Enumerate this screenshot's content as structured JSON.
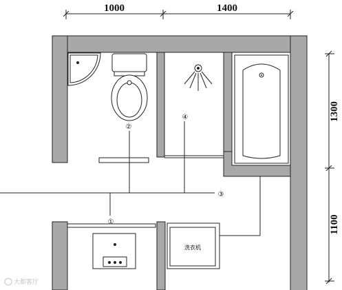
{
  "dimensions": {
    "top_left": "1000",
    "top_right": "1400",
    "right_upper": "1300",
    "right_lower": "1100"
  },
  "markers": {
    "m1": "①",
    "m2": "②",
    "m3": "③",
    "m4": "④"
  },
  "fixtures": {
    "washing_machine_label": "洗衣机"
  },
  "watermark": "大都客厅"
}
